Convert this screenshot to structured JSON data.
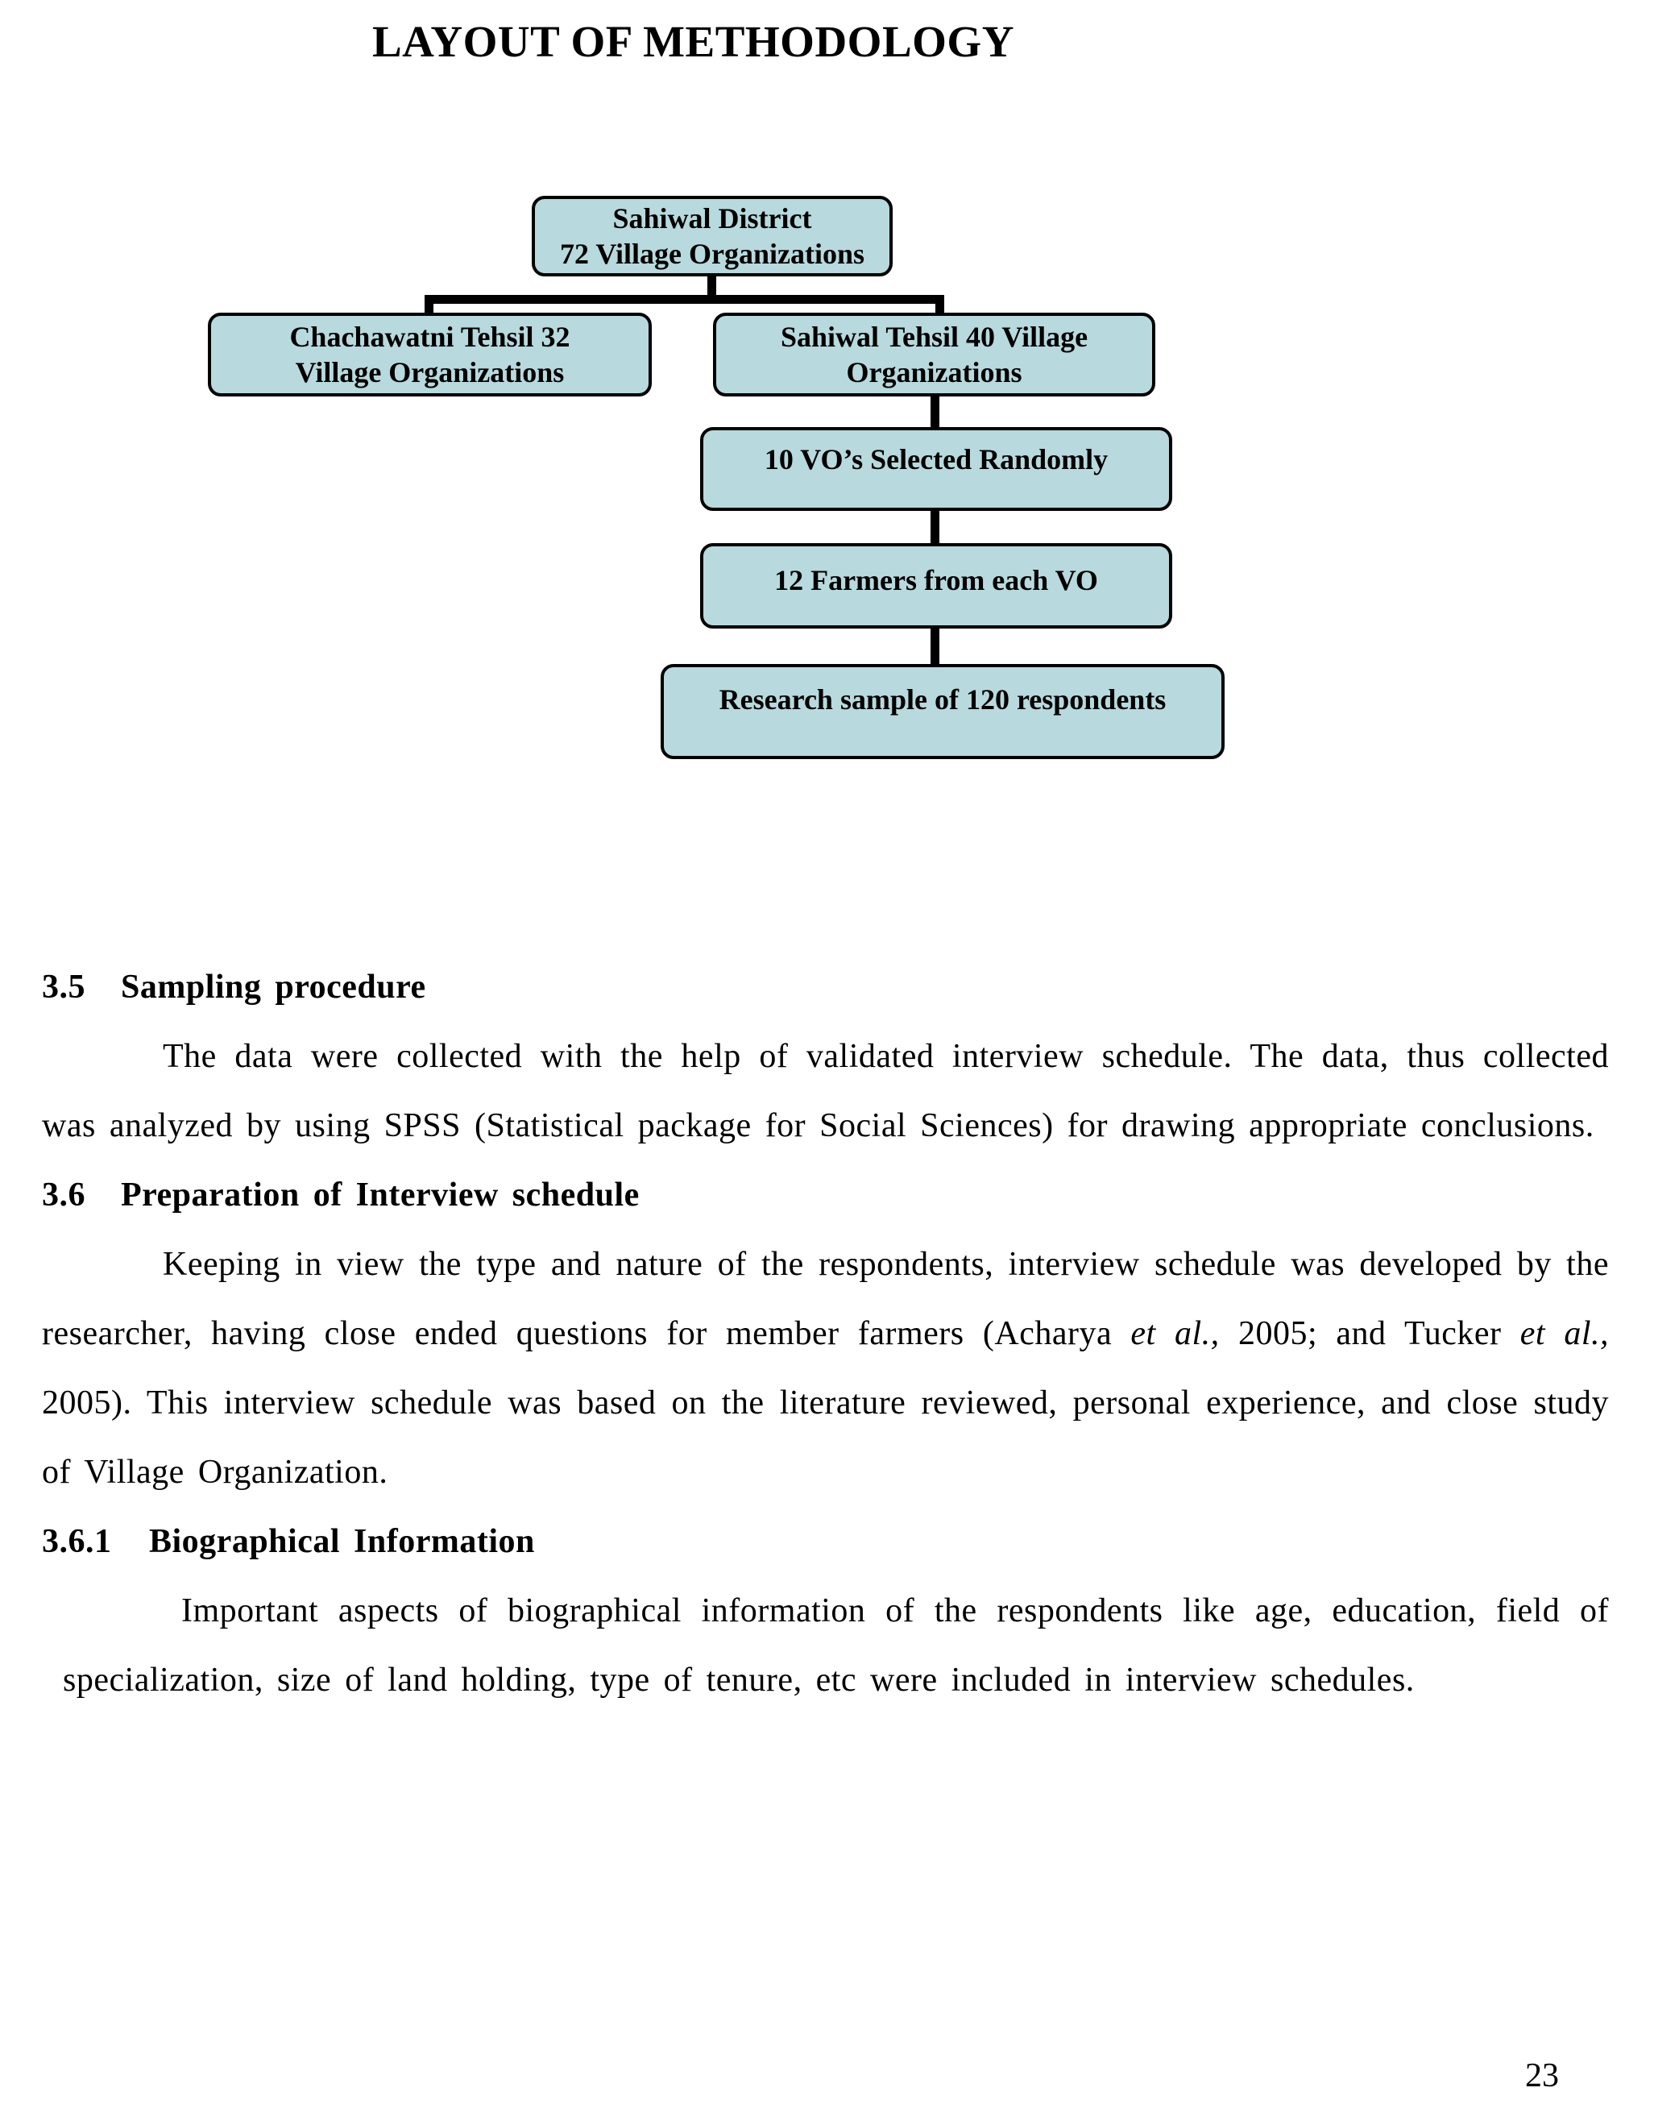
{
  "title": "LAYOUT OF METHODOLOGY",
  "page_number": "23",
  "flowchart": {
    "box_fill_color": "#b8d9dd",
    "box_border_color": "#000000",
    "connector_color": "#000000",
    "nodes": {
      "district": "Sahiwal District\n72 Village Organizations",
      "chachawatni": "Chachawatni Tehsil 32\nVillage Organizations",
      "sahiwal_tehsil": "Sahiwal Tehsil 40 Village\nOrganizations",
      "vo_selected": "10 VO’s Selected Randomly",
      "farmers_per_vo": "12 Farmers from each VO",
      "research_sample": "Research sample of 120 respondents"
    }
  },
  "sections": [
    {
      "number": "3.5",
      "title": "Sampling procedure",
      "paragraph": [
        {
          "t": "The data were collected with the help of validated interview schedule. The data, thus collected was analyzed by using SPSS (Statistical package for Social Sciences) for drawing appropriate conclusions."
        }
      ]
    },
    {
      "number": "3.6",
      "title": "Preparation of Interview schedule",
      "paragraph": [
        {
          "t": "Keeping in view the type and nature of the respondents, interview schedule was developed by the researcher, having close ended questions for member farmers (Acharya "
        },
        {
          "t": "et al.,",
          "i": true
        },
        {
          "t": " 2005; and Tucker "
        },
        {
          "t": "et al.,",
          "i": true
        },
        {
          "t": " 2005).  This interview schedule was based on the literature reviewed, personal experience, and close study of Village Organization."
        }
      ]
    },
    {
      "number": "3.6.1",
      "title": "Biographical Information",
      "paragraph": [
        {
          "t": "Important aspects of biographical information of the respondents like age, education, field of specialization, size of land holding, type of tenure, etc were included in interview schedules."
        }
      ]
    }
  ]
}
